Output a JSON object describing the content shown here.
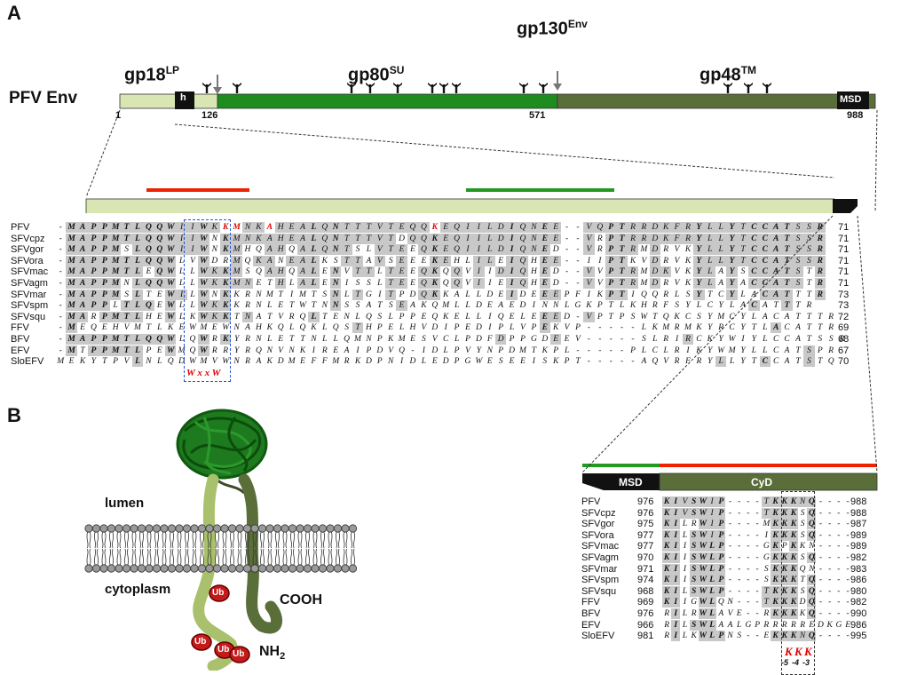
{
  "panel_a": {
    "letter": "A",
    "env_label": "PFV Env",
    "gp130": {
      "base": "gp130",
      "sup": "Env"
    },
    "gp18": {
      "base": "gp18",
      "sup": "LP"
    },
    "gp80": {
      "base": "gp80",
      "sup": "SU"
    },
    "gp48": {
      "base": "gp48",
      "sup": "TM"
    },
    "h_label": "h",
    "msd_label": "MSD",
    "positions": [
      "1",
      "126",
      "571",
      "988"
    ],
    "motif_label": "W x x W"
  },
  "alignment_n": {
    "names": [
      "PFV",
      "SFVcpz",
      "SFVgor",
      "SFVora",
      "SFVmac",
      "SFVagm",
      "SFVmar",
      "SFVspm",
      "SFVsqu",
      "FFV",
      "BFV",
      "EFV",
      "SloEFV"
    ],
    "sequences": [
      "-MAPPMTLQQWIIWKKMNKAHEALQNTTTVTEQQKEQIILDIQNEE--VQPTRRDKFRYLLYTCCATSSR",
      "-MAPPMTLQQWIIWNKMNKAHEALQNTTTVTDQQKEQIILDIQNEE--VRPTRRDKFRYLLYTCCATSSR",
      "-MAPPMSLQQWIIWNKMHQAHQALQNTSLVTEEQKEQIILDIQNED--VRPTRMDRVKYLLYTCCATSSR",
      "-MAPPMTLQQWLVWDRMQKANEALKSTTAVSEEEKEHLILEIQHEE--IIPTKVDRVKYLLYTCCATSSR",
      "-MAPPMTLEQWLLWKKMSQAHQALENVTTLTEEQKQQVIIDIQHED--VVPTRMDKVKYLAYSCCATSTR",
      "-MAPPMNLQQWLLWKKMNETHLALENISSLTEEQKQQVIIEIQHED--VVPTRMDRVKYLAYACCATSTR",
      "-MAPPMSLTEWILWNKKRNMTIMTSNLTGITPDQKKALLDEIDEEEPFIKPTIQQRLSYTCYLACATTTR",
      "-MAPPLTLQEWLLWKKKRNLETWTNNSSATSEAKQMLLDEAEDINNLGKPTLKHRFSYLCYLACATTTR",
      "-MARPMTLHEWLKWKKTNATVRQLTENLQSLPPEQKELLIQELEEED-VPTPSWTQKCSYMCYLACATTTR",
      "-MEQEHVMTLKEWMEWNAHKQLQKLQSTHPELHVDIPEDIPLVPEKVP-----LKMRMKYRCYTLACATTR",
      "-MAPPMTLQQWLQWRKYRNLETTNLLQMNPKMESVCLPDFDPPGDEEV-----SLRIRCKYWIYLCCATSSR",
      "-MTPPMTLPEWMQWRRYRQNVNKIREAIPDVQ-IDLPVYNPDMTKPL-----PLCLRIKYWMYLLCATSPR",
      "MEKYTPVLNLQDWMVWNRAKDMEFFMRKDPNIDLEDPGWESEEISKPT-----AQVRFRYLLYTCCATSTQ"
    ],
    "end_numbers": [
      "71",
      "71",
      "71",
      "71",
      "71",
      "71",
      "73",
      "73",
      "72",
      "69",
      "68",
      "67",
      "70"
    ]
  },
  "panel_b": {
    "letter": "B",
    "lumen": "lumen",
    "cytoplasm": "cytoplasm",
    "cooh": "COOH",
    "nh2": {
      "base": "NH",
      "sub": "2"
    },
    "ub": "Ub",
    "msd_label": "MSD",
    "cyd_label": "CyD"
  },
  "alignment_c": {
    "names": [
      "PFV",
      "SFVcpz",
      "SFVgor",
      "SFVora",
      "SFVmac",
      "SFVagm",
      "SFVmar",
      "SFVspm",
      "SFVsqu",
      "FFV",
      "BFV",
      "EFV",
      "SloEFV"
    ],
    "start_numbers": [
      "976",
      "976",
      "975",
      "977",
      "977",
      "970",
      "971",
      "974",
      "968",
      "969",
      "976",
      "966",
      "981"
    ],
    "sequences": [
      "KIVSWIP----TKKKNQ----",
      "KIVSWIP----TKKKSQ----",
      "KILRWIP----MKKKSQ----",
      "KILSWIP----IKKKSQ----",
      "KIISWLP----GKPKKN----",
      "KIISWLP----GKKKSQ----",
      "KIISWLP----SKKKQN----",
      "KIISWLP----SKKKTQ----",
      "KILSWLP----TKKKSQ----",
      "KIIGWLQN---TKKKDQ----",
      "RILRWLAVE--RKKKKQ----",
      "RILSWLAALGPRRRRREDKGE",
      "RILKWLPNS--EKKKNQ----"
    ],
    "end_numbers": [
      "988",
      "988",
      "987",
      "989",
      "989",
      "982",
      "983",
      "986",
      "980",
      "982",
      "990",
      "986",
      "995"
    ],
    "motif_residues": [
      "K",
      "K",
      "K"
    ],
    "motif_positions": [
      "-5",
      "-4",
      "-3"
    ]
  },
  "colors": {
    "light_green": "#d9e6b3",
    "bright_green": "#1e8c1e",
    "olive_green": "#5a6e3a",
    "red_bar": "#ee2200",
    "green_bar": "#229922",
    "dark_box": "#111111",
    "highlight_red": "#e00000",
    "motif_box_blue": "#2255dd"
  }
}
